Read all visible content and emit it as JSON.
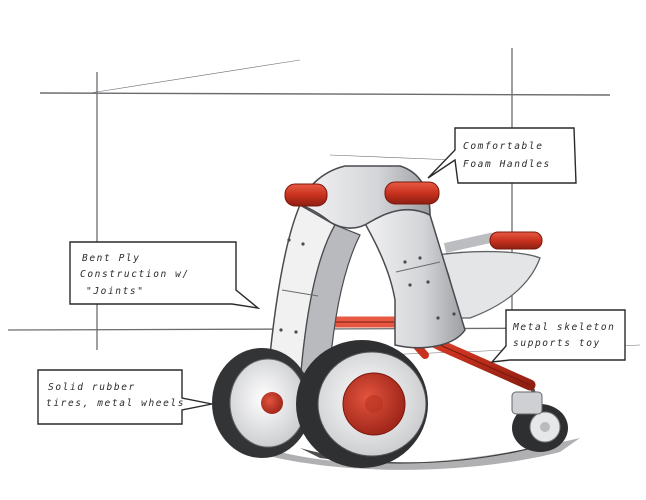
{
  "callouts": {
    "handles": {
      "line1": "Comfortable",
      "line2": "Foam Handles"
    },
    "bent_ply": {
      "line1": "Bent Ply",
      "line2": "Construction w/",
      "line3": "\"Joints\""
    },
    "metal_skeleton": {
      "line1": "Metal skeleton",
      "line2": "supports toy"
    },
    "tires": {
      "line1": "Solid rubber",
      "line2": "tires, metal wheels"
    }
  },
  "colors": {
    "accent_red": "#c8321e",
    "frame_gray": "#d9dadc",
    "shadow_gray": "#8a8c8f",
    "tire_dark": "#3a3b3d",
    "ink": "#2a2a2a"
  }
}
